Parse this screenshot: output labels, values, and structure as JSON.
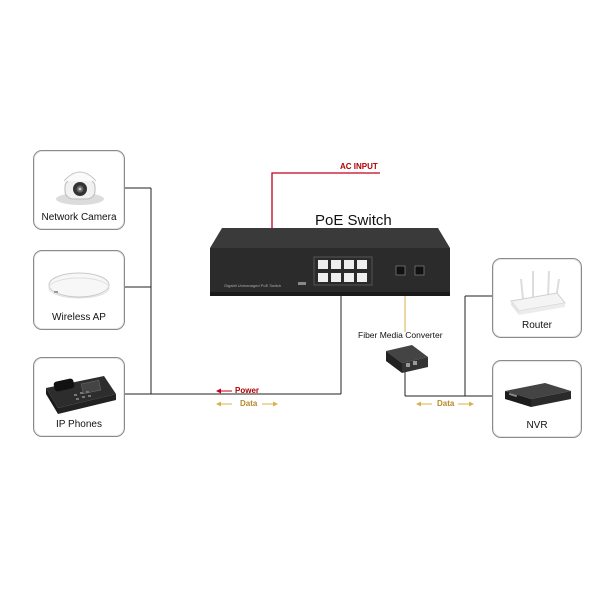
{
  "diagram": {
    "switch_title": "PoE Switch",
    "switch_faceplate_text": "Gigabit Unmanaged PoE Switch",
    "ac_input_label": "AC INPUT",
    "power_label": "Power",
    "data_label_left": "Data",
    "data_label_right": "Data",
    "fiber_converter_label": "Fiber Media Converter",
    "devices_left": [
      {
        "label": "Network Camera",
        "icon": "camera-icon"
      },
      {
        "label": "Wireless AP",
        "icon": "access-point-icon"
      },
      {
        "label": "IP Phones",
        "icon": "ip-phone-icon"
      }
    ],
    "devices_right": [
      {
        "label": "Router",
        "icon": "router-icon"
      },
      {
        "label": "NVR",
        "icon": "nvr-icon"
      }
    ],
    "colors": {
      "power_line": "#c0001a",
      "data_line": "#d9b24a",
      "link_line": "#222222",
      "switch_body": "#2b2b2b"
    }
  }
}
